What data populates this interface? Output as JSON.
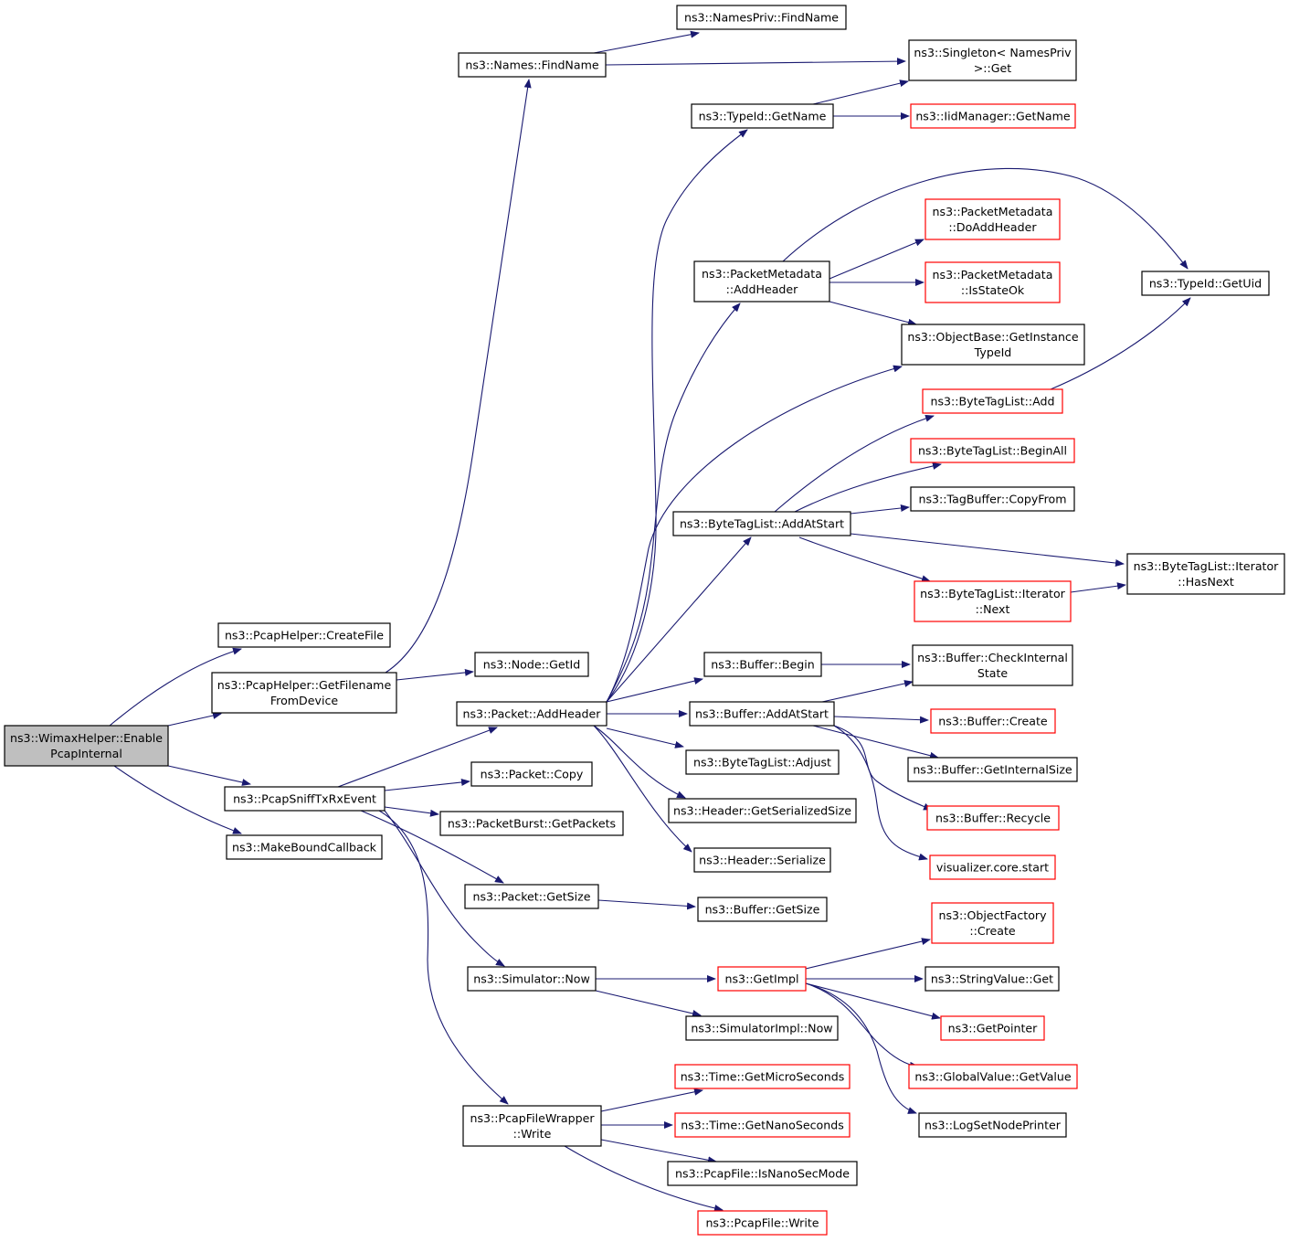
{
  "colors": {
    "edge": "#191970",
    "border_default": "#000000",
    "border_external": "#ff0000",
    "fill_default": "#ffffff",
    "fill_root": "#bfbfbf"
  },
  "nodes": [
    {
      "id": "root",
      "lines": [
        "ns3::WimaxHelper::Enable",
        "PcapInternal"
      ],
      "style": "root"
    },
    {
      "id": "createfile",
      "lines": [
        "ns3::PcapHelper::CreateFile"
      ]
    },
    {
      "id": "getfilename",
      "lines": [
        "ns3::PcapHelper::GetFilename",
        "FromDevice"
      ]
    },
    {
      "id": "sniff",
      "lines": [
        "ns3::PcapSniffTxRxEvent"
      ]
    },
    {
      "id": "makebound",
      "lines": [
        "ns3::MakeBoundCallback"
      ]
    },
    {
      "id": "namesfind",
      "lines": [
        "ns3::Names::FindName"
      ]
    },
    {
      "id": "nodegetid",
      "lines": [
        "ns3::Node::GetId"
      ]
    },
    {
      "id": "packetaddheader",
      "lines": [
        "ns3::Packet::AddHeader"
      ]
    },
    {
      "id": "packetcopy",
      "lines": [
        "ns3::Packet::Copy"
      ]
    },
    {
      "id": "burstget",
      "lines": [
        "ns3::PacketBurst::GetPackets"
      ]
    },
    {
      "id": "packetgetsize",
      "lines": [
        "ns3::Packet::GetSize"
      ]
    },
    {
      "id": "simnow",
      "lines": [
        "ns3::Simulator::Now"
      ]
    },
    {
      "id": "pcapwrapperwrite",
      "lines": [
        "ns3::PcapFileWrapper",
        "::Write"
      ]
    },
    {
      "id": "namesprivfind",
      "lines": [
        "ns3::NamesPriv::FindName"
      ]
    },
    {
      "id": "singleton",
      "lines": [
        "ns3::Singleton< NamesPriv",
        ">::Get"
      ]
    },
    {
      "id": "typeidgetname",
      "lines": [
        "ns3::TypeId::GetName"
      ]
    },
    {
      "id": "iidgetname",
      "lines": [
        "ns3::IidManager::GetName"
      ],
      "style": "external"
    },
    {
      "id": "pmaddheader",
      "lines": [
        "ns3::PacketMetadata",
        "::AddHeader"
      ]
    },
    {
      "id": "pmdoadd",
      "lines": [
        "ns3::PacketMetadata",
        "::DoAddHeader"
      ],
      "style": "external"
    },
    {
      "id": "pmisstate",
      "lines": [
        "ns3::PacketMetadata",
        "::IsStateOk"
      ],
      "style": "external"
    },
    {
      "id": "typeidgetuid",
      "lines": [
        "ns3::TypeId::GetUid"
      ]
    },
    {
      "id": "objbase",
      "lines": [
        "ns3::ObjectBase::GetInstance",
        "TypeId"
      ]
    },
    {
      "id": "btladd",
      "lines": [
        "ns3::ByteTagList::Add"
      ],
      "style": "external"
    },
    {
      "id": "btlbeginall",
      "lines": [
        "ns3::ByteTagList::BeginAll"
      ],
      "style": "external"
    },
    {
      "id": "tagcopy",
      "lines": [
        "ns3::TagBuffer::CopyFrom"
      ]
    },
    {
      "id": "btladdatstart",
      "lines": [
        "ns3::ByteTagList::AddAtStart"
      ]
    },
    {
      "id": "btlhasnext",
      "lines": [
        "ns3::ByteTagList::Iterator",
        "::HasNext"
      ]
    },
    {
      "id": "btlnext",
      "lines": [
        "ns3::ByteTagList::Iterator",
        "::Next"
      ],
      "style": "external"
    },
    {
      "id": "bufbegin",
      "lines": [
        "ns3::Buffer::Begin"
      ]
    },
    {
      "id": "bufcheck",
      "lines": [
        "ns3::Buffer::CheckInternal",
        "State"
      ]
    },
    {
      "id": "bufaddatstart",
      "lines": [
        "ns3::Buffer::AddAtStart"
      ]
    },
    {
      "id": "bufcreate",
      "lines": [
        "ns3::Buffer::Create"
      ],
      "style": "external"
    },
    {
      "id": "btladjust",
      "lines": [
        "ns3::ByteTagList::Adjust"
      ]
    },
    {
      "id": "bufgetinternal",
      "lines": [
        "ns3::Buffer::GetInternalSize"
      ]
    },
    {
      "id": "hdrgetser",
      "lines": [
        "ns3::Header::GetSerializedSize"
      ]
    },
    {
      "id": "bufrecycle",
      "lines": [
        "ns3::Buffer::Recycle"
      ],
      "style": "external"
    },
    {
      "id": "hdrser",
      "lines": [
        "ns3::Header::Serialize"
      ]
    },
    {
      "id": "vizstart",
      "lines": [
        "visualizer.core.start"
      ],
      "style": "external"
    },
    {
      "id": "bufgetsize",
      "lines": [
        "ns3::Buffer::GetSize"
      ]
    },
    {
      "id": "objfactcreate",
      "lines": [
        "ns3::ObjectFactory",
        "::Create"
      ],
      "style": "external"
    },
    {
      "id": "getimpl",
      "lines": [
        "ns3::GetImpl"
      ],
      "style": "external"
    },
    {
      "id": "strvalget",
      "lines": [
        "ns3::StringValue::Get"
      ]
    },
    {
      "id": "simimplnow",
      "lines": [
        "ns3::SimulatorImpl::Now"
      ]
    },
    {
      "id": "getpointer",
      "lines": [
        "ns3::GetPointer"
      ],
      "style": "external"
    },
    {
      "id": "gvgetvalue",
      "lines": [
        "ns3::GlobalValue::GetValue"
      ],
      "style": "external"
    },
    {
      "id": "timemicro",
      "lines": [
        "ns3::Time::GetMicroSeconds"
      ],
      "style": "external"
    },
    {
      "id": "lognode",
      "lines": [
        "ns3::LogSetNodePrinter"
      ]
    },
    {
      "id": "timenano",
      "lines": [
        "ns3::Time::GetNanoSeconds"
      ],
      "style": "external"
    },
    {
      "id": "pcapisnano",
      "lines": [
        "ns3::PcapFile::IsNanoSecMode"
      ]
    },
    {
      "id": "pcapwrite",
      "lines": [
        "ns3::PcapFile::Write"
      ],
      "style": "external"
    }
  ],
  "edges": [
    [
      "root",
      "createfile"
    ],
    [
      "root",
      "getfilename"
    ],
    [
      "root",
      "sniff"
    ],
    [
      "root",
      "makebound"
    ],
    [
      "getfilename",
      "namesfind"
    ],
    [
      "getfilename",
      "nodegetid"
    ],
    [
      "namesfind",
      "namesprivfind"
    ],
    [
      "namesfind",
      "singleton"
    ],
    [
      "typeidgetname",
      "singleton"
    ],
    [
      "typeidgetname",
      "iidgetname"
    ],
    [
      "pmaddheader",
      "typeidgetuid"
    ],
    [
      "pmaddheader",
      "pmdoadd"
    ],
    [
      "pmaddheader",
      "pmisstate"
    ],
    [
      "pmaddheader",
      "objbase"
    ],
    [
      "btladdatstart",
      "btladd"
    ],
    [
      "btladdatstart",
      "btlbeginall"
    ],
    [
      "btladdatstart",
      "tagcopy"
    ],
    [
      "btladdatstart",
      "btlhasnext"
    ],
    [
      "btladdatstart",
      "btlnext"
    ],
    [
      "btladd",
      "typeidgetuid"
    ],
    [
      "btlnext",
      "btlhasnext"
    ],
    [
      "sniff",
      "packetaddheader"
    ],
    [
      "sniff",
      "packetcopy"
    ],
    [
      "sniff",
      "burstget"
    ],
    [
      "sniff",
      "packetgetsize"
    ],
    [
      "sniff",
      "simnow"
    ],
    [
      "sniff",
      "pcapwrapperwrite"
    ],
    [
      "packetaddheader",
      "typeidgetname"
    ],
    [
      "packetaddheader",
      "pmaddheader"
    ],
    [
      "packetaddheader",
      "objbase"
    ],
    [
      "packetaddheader",
      "btladdatstart"
    ],
    [
      "packetaddheader",
      "bufbegin"
    ],
    [
      "packetaddheader",
      "bufaddatstart"
    ],
    [
      "packetaddheader",
      "btladjust"
    ],
    [
      "packetaddheader",
      "hdrgetser"
    ],
    [
      "packetaddheader",
      "hdrser"
    ],
    [
      "bufbegin",
      "bufcheck"
    ],
    [
      "bufaddatstart",
      "bufcheck"
    ],
    [
      "bufaddatstart",
      "bufcreate"
    ],
    [
      "bufaddatstart",
      "bufgetinternal"
    ],
    [
      "bufaddatstart",
      "bufrecycle"
    ],
    [
      "bufaddatstart",
      "vizstart"
    ],
    [
      "packetgetsize",
      "bufgetsize"
    ],
    [
      "simnow",
      "getimpl"
    ],
    [
      "simnow",
      "simimplnow"
    ],
    [
      "getimpl",
      "objfactcreate"
    ],
    [
      "getimpl",
      "strvalget"
    ],
    [
      "getimpl",
      "getpointer"
    ],
    [
      "getimpl",
      "gvgetvalue"
    ],
    [
      "getimpl",
      "lognode"
    ],
    [
      "pcapwrapperwrite",
      "timemicro"
    ],
    [
      "pcapwrapperwrite",
      "timenano"
    ],
    [
      "pcapwrapperwrite",
      "pcapisnano"
    ],
    [
      "pcapwrapperwrite",
      "pcapwrite"
    ]
  ]
}
